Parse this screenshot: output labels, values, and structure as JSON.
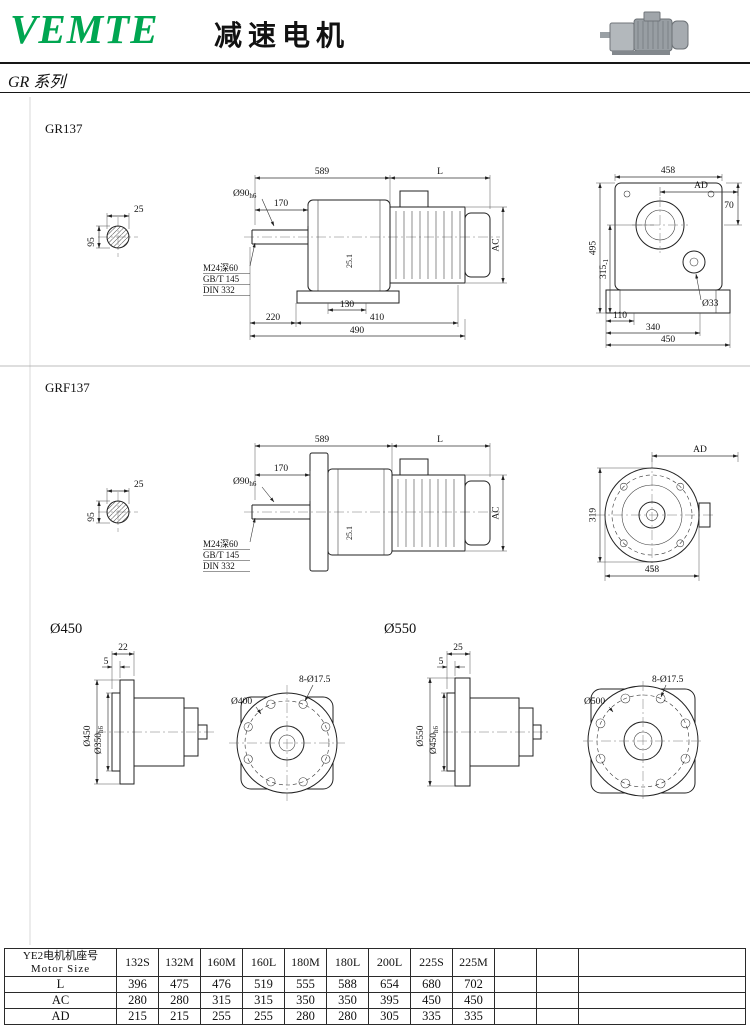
{
  "colors": {
    "brand_green": "#00a651",
    "line_color": "#1a1a1a"
  },
  "header": {
    "brand": "VEMTE",
    "title": "减速电机",
    "series": "GR 系列"
  },
  "drawings": {
    "gr137": {
      "title": "GR137",
      "shaft_section": {
        "width": "25",
        "height": "95"
      },
      "side_view": {
        "len_gearbox": "589",
        "len_motor": "L",
        "shaft_len": "170",
        "shaft_dia": "Ø90",
        "shaft_dia_tol": "h6",
        "motor_height": "AC",
        "mid_dim": "25.1",
        "tap_note": "M24深60",
        "std_note1": "GB/T 145",
        "std_note2": "DIN 332",
        "foot_hole": "130",
        "foot_front": "220",
        "foot_pitch": "410",
        "foot_len": "490"
      },
      "end_view": {
        "width": "458",
        "ad": "AD",
        "height": "495",
        "center_height": "315",
        "center_height_tol": "-1",
        "top_offset": "70",
        "hole_dia": "Ø33",
        "foot_c": "110",
        "foot_d": "340",
        "foot_e": "450"
      }
    },
    "grf137": {
      "title": "GRF137",
      "shaft_section": {
        "width": "25",
        "height": "95"
      },
      "side_view": {
        "len_gearbox": "589",
        "len_motor": "L",
        "shaft_len": "170",
        "shaft_dia": "Ø90",
        "shaft_dia_tol": "h6",
        "motor_height": "AC",
        "mid_dim": "25.1",
        "tap_note": "M24深60",
        "std_note1": "GB/T 145",
        "std_note2": "DIN 332"
      },
      "end_view": {
        "ad": "AD",
        "height": "319",
        "width": "458"
      }
    },
    "flange450": {
      "title": "Ø450",
      "side_view": {
        "flange_thk": "22",
        "pilot_thk": "5",
        "flange_dia": "Ø450",
        "pilot_dia": "Ø350",
        "pilot_tol": "h6"
      },
      "front_view": {
        "bolt_circle": "Ø400",
        "holes": "8-Ø17.5"
      }
    },
    "flange550": {
      "title": "Ø550",
      "side_view": {
        "flange_thk": "25",
        "pilot_thk": "5",
        "flange_dia": "Ø550",
        "pilot_dia": "Ø450",
        "pilot_tol": "h6"
      },
      "front_view": {
        "bolt_circle": "Ø500",
        "holes": "8-Ø17.5"
      }
    }
  },
  "table": {
    "row_header_line1": "YE2电机机座号",
    "row_header_line2": "Motor Size",
    "columns": [
      "132S",
      "132M",
      "160M",
      "160L",
      "180M",
      "180L",
      "200L",
      "225S",
      "225M",
      "",
      ""
    ],
    "rows": [
      {
        "label": "L",
        "values": [
          "396",
          "475",
          "476",
          "519",
          "555",
          "588",
          "654",
          "680",
          "702",
          "",
          ""
        ]
      },
      {
        "label": "AC",
        "values": [
          "280",
          "280",
          "315",
          "315",
          "350",
          "350",
          "395",
          "450",
          "450",
          "",
          ""
        ]
      },
      {
        "label": "AD",
        "values": [
          "215",
          "215",
          "255",
          "255",
          "280",
          "280",
          "305",
          "335",
          "335",
          "",
          ""
        ]
      }
    ]
  }
}
